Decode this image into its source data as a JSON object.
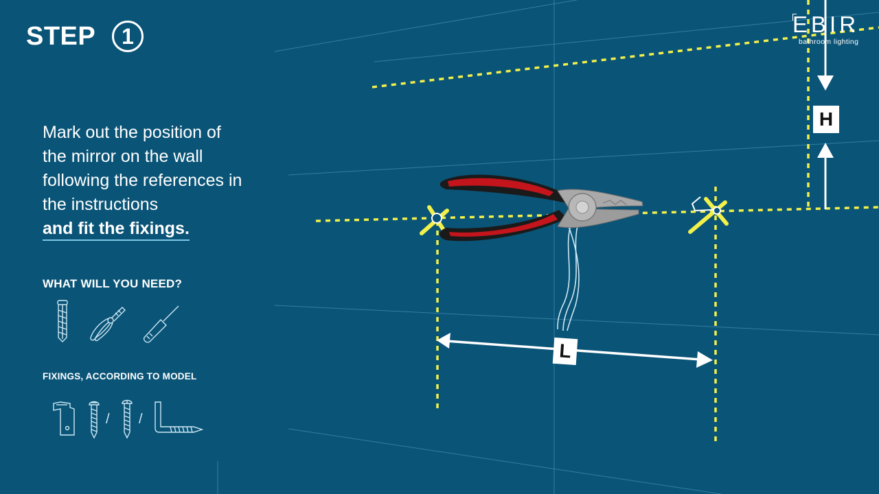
{
  "brand": {
    "name": "EBIR",
    "tagline": "bathroom lighting"
  },
  "step": {
    "label": "STEP",
    "number": "1"
  },
  "instructions": {
    "lines": [
      "Mark out the position of",
      "the mirror on the wall",
      "following the references in",
      "the instructions"
    ],
    "emphasis": "and fit the fixings."
  },
  "tools": {
    "title": "WHAT WILL YOU NEED?",
    "items": [
      "wall-plug-icon",
      "pliers-icon",
      "screwdriver-icon"
    ]
  },
  "fixings": {
    "title": "FIXINGS, ACCORDING TO MODEL",
    "items": [
      "bracket-icon",
      "screw-icon",
      "screw-icon",
      "l-hook-icon"
    ],
    "separator": "/"
  },
  "diagram": {
    "height_label": "H",
    "length_label": "L",
    "guide_color": "#f2f04a",
    "background": "#0a5477"
  }
}
